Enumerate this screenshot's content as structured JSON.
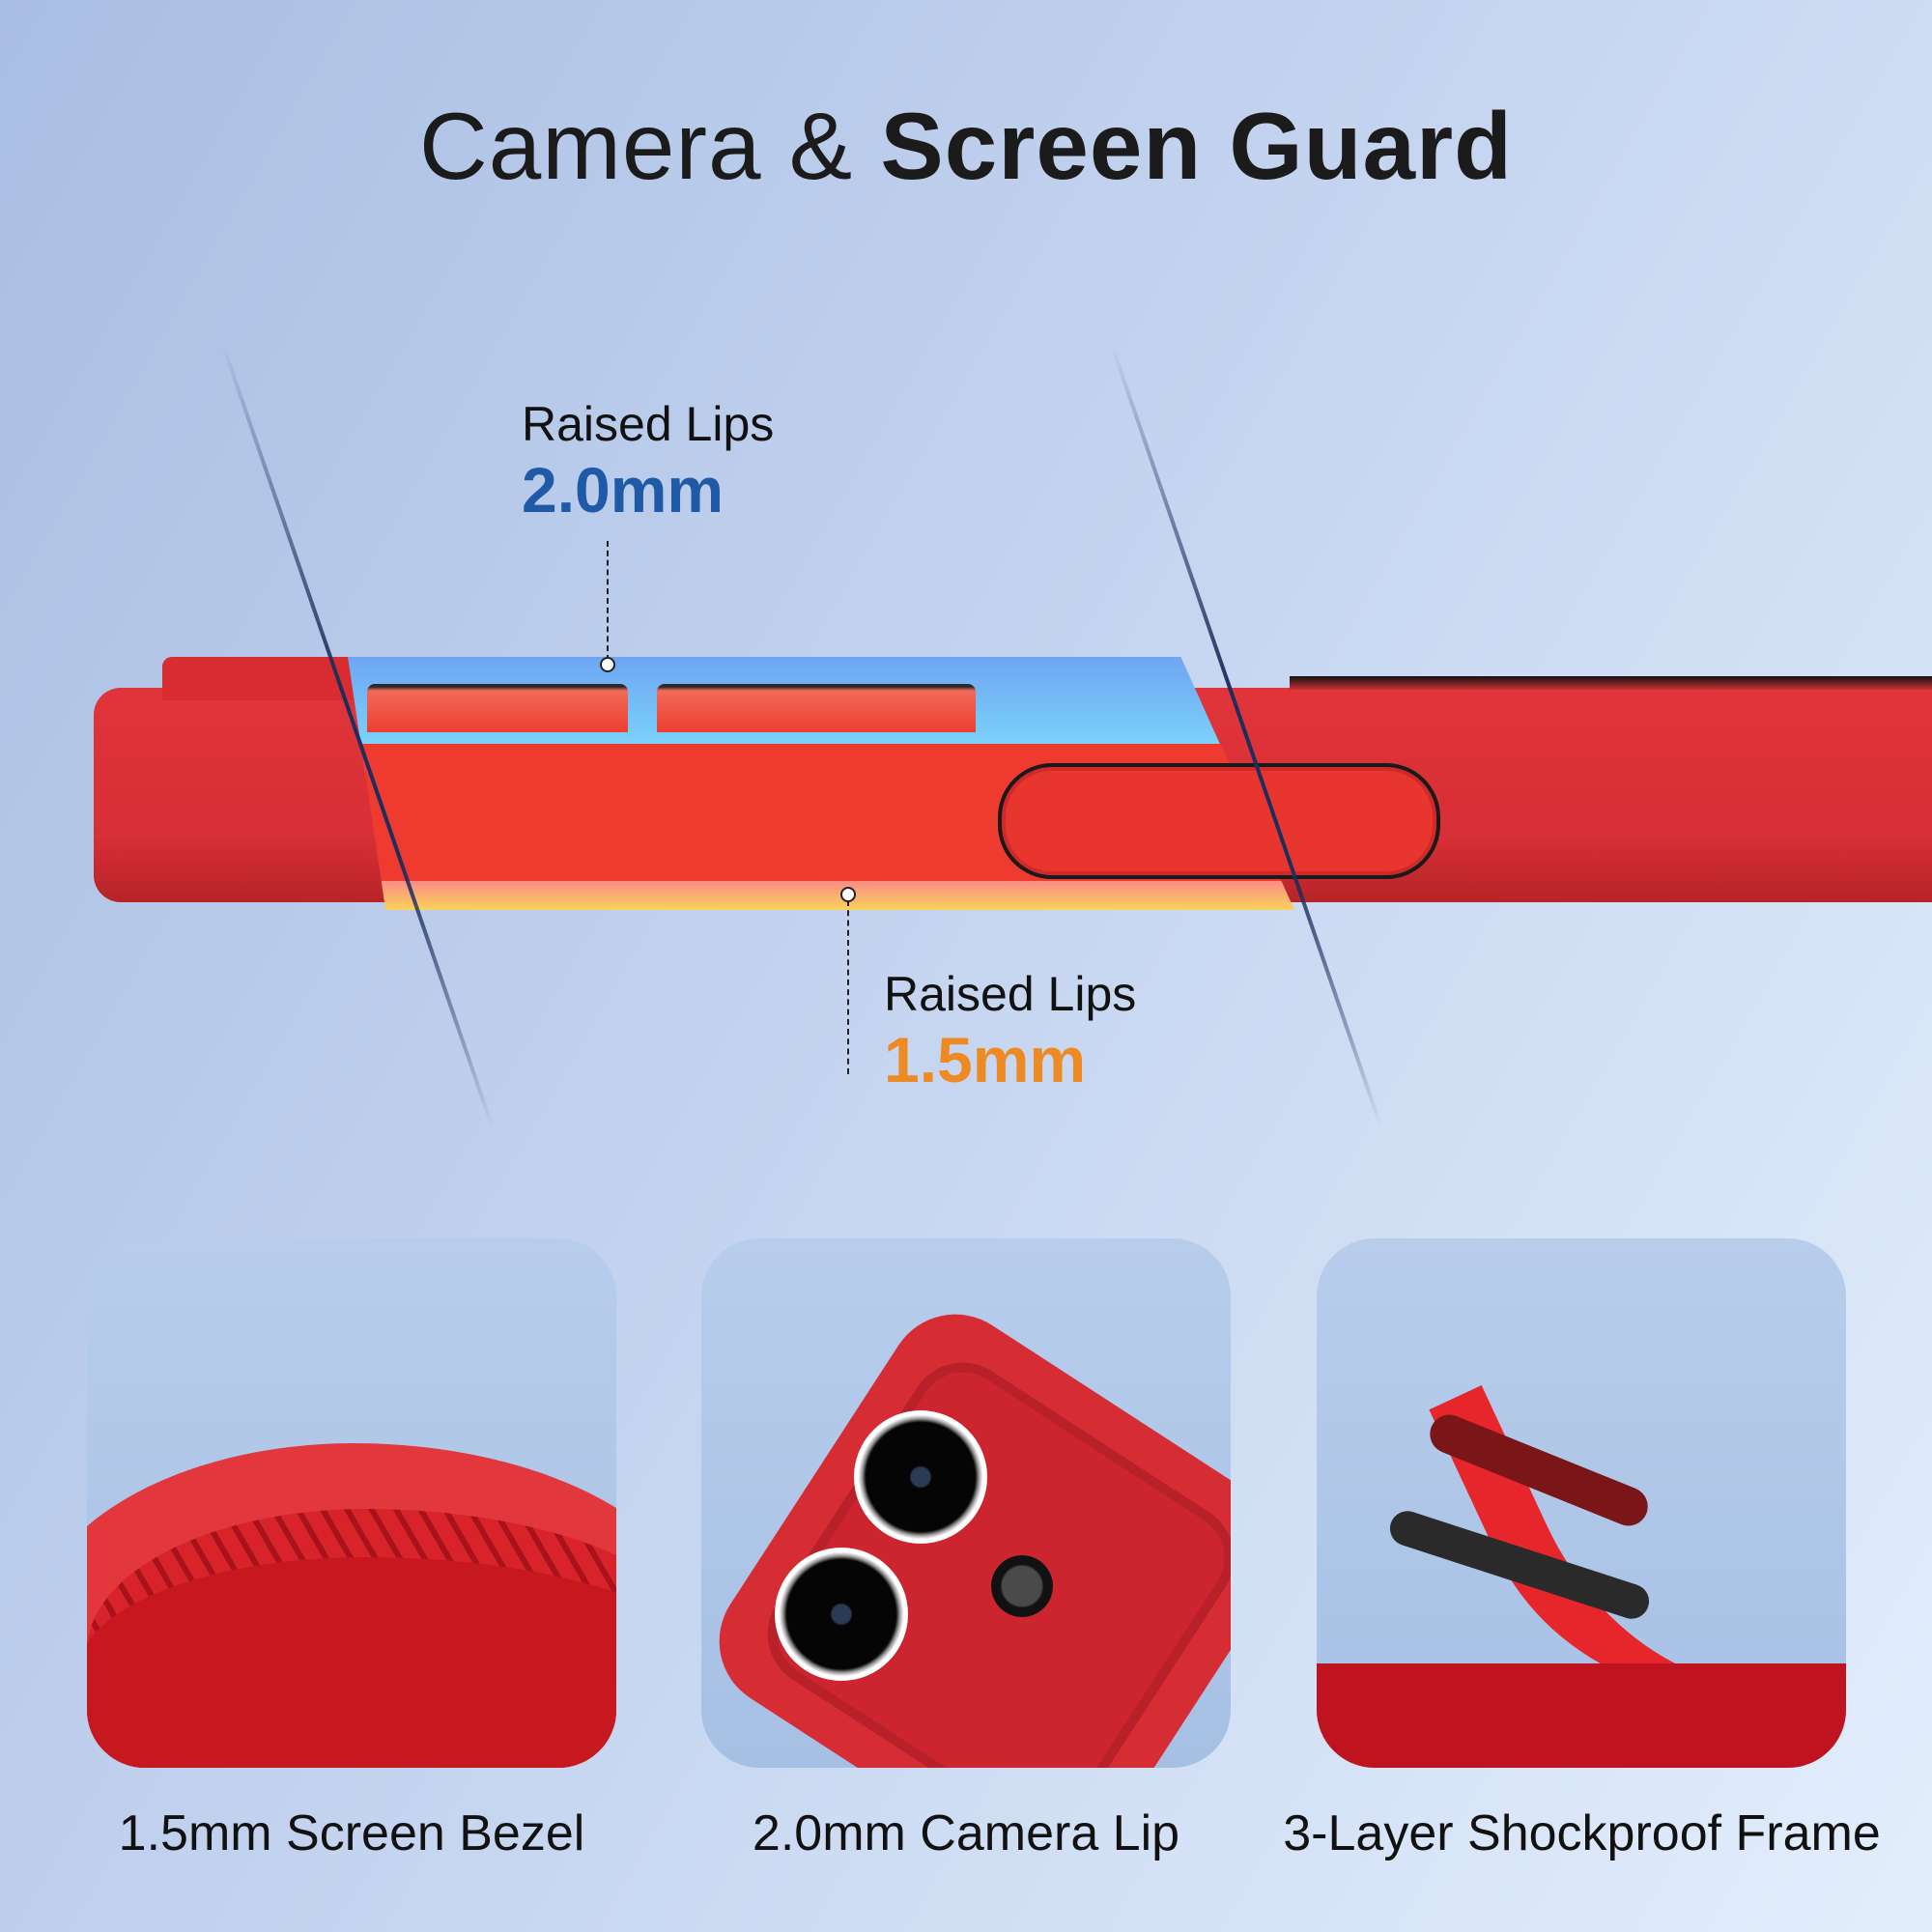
{
  "title": {
    "light": "Camera & ",
    "bold": "Screen Guard"
  },
  "callouts": {
    "camera": {
      "label": "Raised Lips",
      "value": "2.0mm",
      "color": "#1f5aa6"
    },
    "screen": {
      "label": "Raised Lips",
      "value": "1.5mm",
      "color": "#ee8a24"
    }
  },
  "features": [
    {
      "caption": "1.5mm Screen Bezel",
      "icon": "screen-bezel-closeup"
    },
    {
      "caption": "2.0mm Camera Lip",
      "icon": "camera-lip-closeup"
    },
    {
      "caption": "3-Layer Shockproof Frame",
      "icon": "shockproof-layers-closeup"
    }
  ],
  "colors": {
    "case_red": "#e0343a",
    "background_start": "#a9bee3",
    "background_end": "#e3eefc"
  }
}
